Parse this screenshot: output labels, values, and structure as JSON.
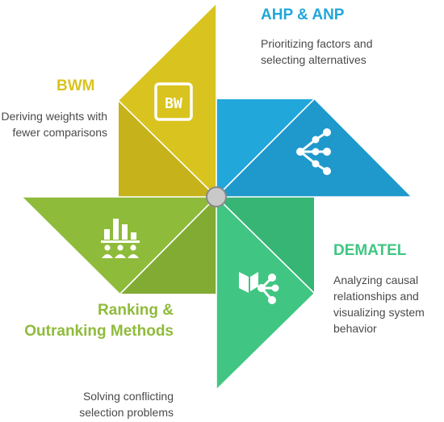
{
  "colors": {
    "yellow": "#d9c41f",
    "blue": "#22a7db",
    "green": "#40c682",
    "olive": "#8fbb3b",
    "hub": "#c9c9c9"
  },
  "segments": [
    {
      "id": "bwm",
      "title": "BWM",
      "description": "Deriving weights with fewer comparisons",
      "icon_label": "BW",
      "icon": "bw-badge-icon",
      "color": "#d9c41f"
    },
    {
      "id": "ahp",
      "title": "AHP & ANP",
      "description": "Prioritizing factors and selecting alternatives",
      "icon": "hierarchy-network-icon",
      "color": "#22a7db"
    },
    {
      "id": "dematel",
      "title": "DEMATEL",
      "description": "Analyzing causal relationships and visualizing system behavior",
      "icon": "causal-graph-icon",
      "color": "#40c682"
    },
    {
      "id": "ranking",
      "title": "Ranking & Outranking Methods",
      "description": "Solving conflicting selection problems",
      "icon": "ranking-podium-icon",
      "color": "#8fbb3b"
    }
  ]
}
